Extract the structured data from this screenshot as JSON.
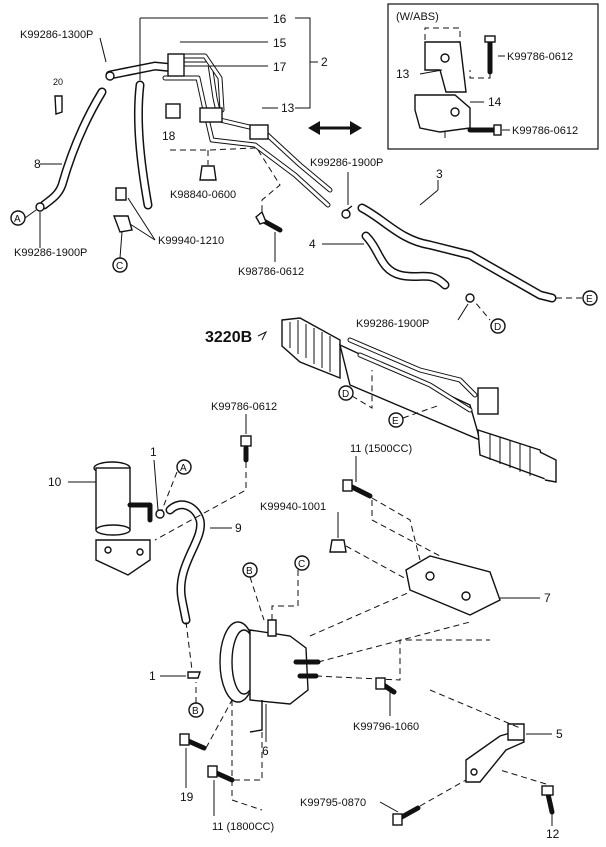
{
  "inset_title": "(W/ABS)",
  "reference": "3220B",
  "part_codes": {
    "k99286_1300p": "K99286-1300P",
    "k99286_1900p_left": "K99286-1900P",
    "k99286_1900p_top": "K99286-1900P",
    "k99286_1900p_mid": "K99286-1900P",
    "k98840_0600": "K98840-0600",
    "k99940_1210": "K99940-1210",
    "k98786_0612": "K98786-0612",
    "k99786_0612_upper": "K99786-0612",
    "k99786_0612_lower": "K99786-0612",
    "k99786_0612_mid": "K99786-0612",
    "k99940_1001": "K99940-1001",
    "k99796_1060": "K99796-1060",
    "k99795_0870": "K99795-0870",
    "bolt_1500cc": "11 (1500CC)",
    "bolt_1800cc": "11 (1800CC)"
  },
  "callouts": {
    "n1_upper": "1",
    "n1_lower": "1",
    "n2": "2",
    "n3": "3",
    "n4": "4",
    "n5": "5",
    "n6": "6",
    "n7": "7",
    "n8": "8",
    "n9": "9",
    "n10": "10",
    "n12": "12",
    "n13": "13",
    "n13_inset": "13",
    "n14": "14",
    "n15": "15",
    "n16": "16",
    "n17": "17",
    "n18": "18",
    "n19": "19",
    "n20": "20"
  },
  "connectors": {
    "a1": "A",
    "a2": "A",
    "b1": "B",
    "b2": "B",
    "c1": "C",
    "c2": "C",
    "d1": "D",
    "d2": "D",
    "e1": "E",
    "e2": "E"
  }
}
